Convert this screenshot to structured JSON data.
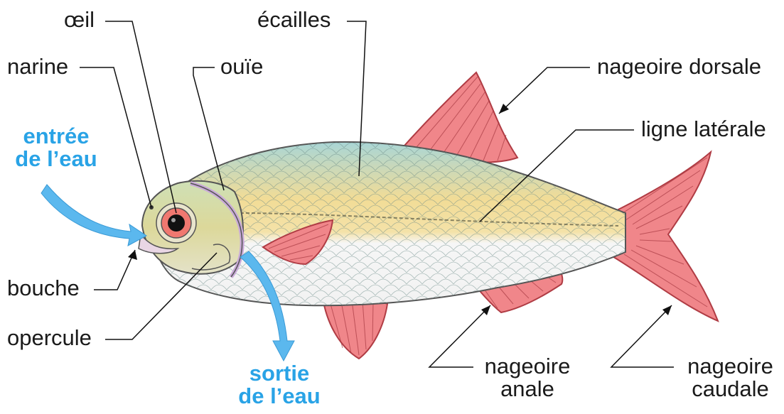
{
  "labels": {
    "oeil": "œil",
    "ecailles": "écailles",
    "narine": "narine",
    "ouie": "ouïe",
    "nageoire_dorsale": "nageoire dorsale",
    "ligne_laterale": "ligne latérale",
    "bouche": "bouche",
    "opercule": "opercule",
    "nageoire_anale": [
      "nageoire",
      "anale"
    ],
    "nageoire_caudale": [
      "nageoire",
      "caudale"
    ],
    "entree_eau": [
      "entrée",
      "de l’eau"
    ],
    "sortie_eau": [
      "sortie",
      "de l’eau"
    ]
  },
  "colors": {
    "water_arrow": "#5bb8ee",
    "water_text": "#29a3e6",
    "fin": "#f0868a",
    "fin_dark": "#d4585e",
    "body_top": "#a9d6d6",
    "body_mid": "#f2dc96",
    "belly": "#f6f6f6",
    "head": "#dcd89a",
    "gill_edge": "#c9a9d8",
    "eye_ring": "#f07870"
  }
}
